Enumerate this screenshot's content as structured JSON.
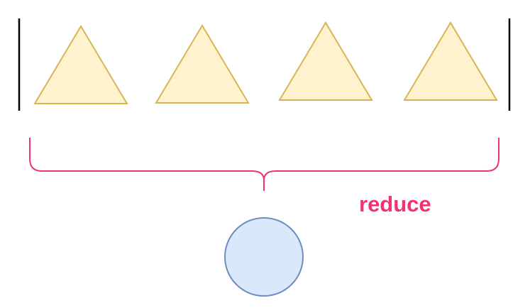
{
  "diagram": {
    "operation_label": "reduce",
    "input_shape": "triangle",
    "input_count": 4,
    "output_shape": "circle",
    "colors": {
      "triangle_fill": "#fff2cc",
      "triangle_stroke": "#d6b656",
      "circle_fill": "#dae8fc",
      "circle_stroke": "#6c8ebf",
      "brace_stroke": "#f0356e",
      "label_color": "#f0356e",
      "array_bracket": "#000000"
    }
  }
}
